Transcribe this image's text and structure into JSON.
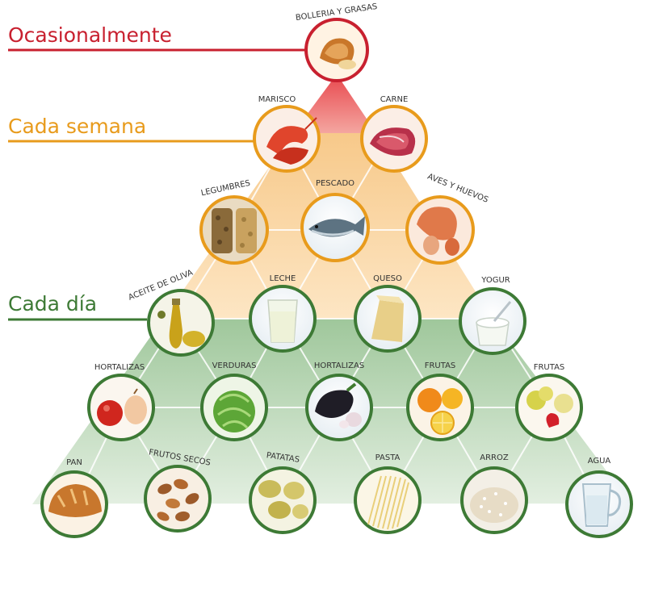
{
  "tiers": [
    {
      "label": "Ocasionalmente",
      "color": "#c8202f"
    },
    {
      "label": "Cada semana",
      "color": "#e89b1c"
    },
    {
      "label": "Cada día",
      "color": "#3d7a35"
    }
  ],
  "foods": [
    {
      "label": "BOLLERIA Y GRASAS",
      "icon": "pastry-icon",
      "tier": 0
    },
    {
      "label": "MARISCO",
      "icon": "shellfish-icon",
      "tier": 1
    },
    {
      "label": "CARNE",
      "icon": "meat-icon",
      "tier": 1
    },
    {
      "label": "LEGUMBRES",
      "icon": "legumes-icon",
      "tier": 1
    },
    {
      "label": "PESCADO",
      "icon": "fish-icon",
      "tier": 1
    },
    {
      "label": "AVES Y HUEVOS",
      "icon": "poultry-eggs-icon",
      "tier": 1
    },
    {
      "label": "ACEITE DE OLIVA",
      "icon": "olive-oil-icon",
      "tier": 2
    },
    {
      "label": "LECHE",
      "icon": "milk-icon",
      "tier": 2
    },
    {
      "label": "QUESO",
      "icon": "cheese-icon",
      "tier": 2
    },
    {
      "label": "YOGUR",
      "icon": "yogurt-icon",
      "tier": 2
    },
    {
      "label": "HORTALIZAS",
      "icon": "vegetables-icon",
      "tier": 2
    },
    {
      "label": "VERDURAS",
      "icon": "greens-icon",
      "tier": 2
    },
    {
      "label": "HORTALIZAS",
      "icon": "eggplant-garlic-icon",
      "tier": 2
    },
    {
      "label": "FRUTAS",
      "icon": "citrus-icon",
      "tier": 2
    },
    {
      "label": "FRUTAS",
      "icon": "fruits-icon",
      "tier": 2
    },
    {
      "label": "PAN",
      "icon": "bread-icon",
      "tier": 2
    },
    {
      "label": "FRUTOS SECOS",
      "icon": "nuts-icon",
      "tier": 2
    },
    {
      "label": "PATATAS",
      "icon": "potatoes-icon",
      "tier": 2
    },
    {
      "label": "PASTA",
      "icon": "pasta-icon",
      "tier": 2
    },
    {
      "label": "ARROZ",
      "icon": "rice-icon",
      "tier": 2
    },
    {
      "label": "AGUA",
      "icon": "water-icon",
      "tier": 2
    }
  ]
}
